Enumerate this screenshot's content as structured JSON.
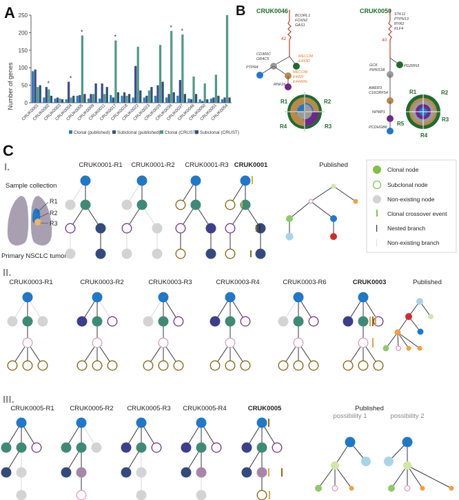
{
  "panel_labels": {
    "a": "A",
    "b": "B",
    "c": "C"
  },
  "colors": {
    "clonal_published": "#2a7fc0",
    "subclonal_published": "#3d4a8c",
    "clonal_crust": "#4f9a86",
    "subclonal_crust": "#2f4f7a",
    "node_blue": "#1f78c8",
    "node_teal": "#3f8a76",
    "node_navy": "#344a7c",
    "node_indigo": "#3c3f8c",
    "node_mauve": "#a886a8",
    "node_gray": "#d3d3d3",
    "ring_subclonal": "#8a6a18",
    "ring_purple": "#7a3b96",
    "ring_pink": "#e0a0c0",
    "crossover": "#7fc241",
    "nested": "#333333",
    "published_green": "#8fc96a",
    "published_lightgreen": "#cfe8a8",
    "published_red": "#d02a2a",
    "published_orange": "#f0a040",
    "published_lightblue": "#a8d4ea"
  },
  "chart_data": {
    "type": "bar",
    "ylabel": "Number of genes",
    "ylim": [
      0,
      250
    ],
    "yticks": [
      0,
      50,
      100,
      150,
      200,
      250
    ],
    "categories": [
      "CRUK0001",
      "CRUK0002",
      "CRUK0003",
      "CRUK0004",
      "CRUK0005",
      "CRUK0009",
      "CRUK0011",
      "CRUK0017",
      "CRUK0018",
      "CRUK0022",
      "CRUK0023",
      "CRUK0029",
      "CRUK0034",
      "CRUK0037",
      "CRUK0046",
      "CRUK0050",
      "CRUK0051",
      "CRUK0054"
    ],
    "asterisks": [
      "CRUK0002",
      "CRUK0004",
      "CRUK0005",
      "CRUK0017",
      "CRUK0034",
      "CRUK0037"
    ],
    "series": [
      {
        "name": "Clonal (published)",
        "values": [
          90,
          15,
          12,
          10,
          20,
          12,
          12,
          22,
          20,
          15,
          15,
          20,
          15,
          20,
          12,
          10,
          12,
          10
        ]
      },
      {
        "name": "Subclonal (published)",
        "values": [
          95,
          45,
          15,
          60,
          22,
          25,
          55,
          15,
          30,
          105,
          20,
          50,
          25,
          65,
          10,
          5,
          15,
          15
        ]
      },
      {
        "name": "Clonal (CRUST)",
        "values": [
          45,
          38,
          12,
          15,
          192,
          25,
          25,
          178,
          20,
          160,
          35,
          165,
          205,
          195,
          75,
          55,
          80,
          250
        ]
      },
      {
        "name": "Subclonal (CRUST)",
        "values": [
          50,
          20,
          10,
          20,
          25,
          55,
          45,
          30,
          25,
          35,
          45,
          60,
          30,
          25,
          25,
          10,
          20,
          15
        ]
      }
    ]
  },
  "panel_b": {
    "left": {
      "title": "CRUK0046",
      "genes_top": [
        "BCORL1",
        "FOXN2",
        "GAS1"
      ],
      "count": "42",
      "genes_mid": [
        "CD300C",
        "OR4C5"
      ],
      "mecom_1": [
        "MECOM",
        "E443D"
      ],
      "left_gene": "PTPR4",
      "mecom_2": [
        "MECOM",
        "E442F",
        "E444Rfs"
      ],
      "bottom_gene": "RNF26",
      "regions": [
        "R1",
        "R2",
        "R3",
        "R4"
      ]
    },
    "right": {
      "title": "CRUK0050",
      "genes_top": [
        "STK11",
        "PTPN13",
        "RYR2",
        "KLF4"
      ],
      "count": "40",
      "right_gene": "PDZRN3",
      "genes_mid": [
        "GCK",
        "PIPK51B"
      ],
      "genes_low": [
        "AMER3",
        "C16ORF54"
      ],
      "npm": "NPMP1",
      "bottom_gene": "PCDHGB8",
      "regions": [
        "R1",
        "R2",
        "R3",
        "R4",
        "R5"
      ]
    }
  },
  "section_c": {
    "roman": [
      "I.",
      "II.",
      "III."
    ],
    "row1": {
      "sample_collection": "Sample collection",
      "tumor_label": "Primary NSCLC tumor",
      "regions": [
        "R1",
        "R2",
        "R3"
      ],
      "titles": [
        "CRUK0001-R1",
        "CRUK0001-R2",
        "CRUK0001-R3",
        "CRUK0001"
      ],
      "published": "Published"
    },
    "row2": {
      "titles": [
        "CRUK0003-R1",
        "CRUK0003-R2",
        "CRUK0003-R3",
        "CRUK0003-R4",
        "CRUK0003-R6",
        "CRUK0003"
      ],
      "published": "Published"
    },
    "row3": {
      "titles": [
        "CRUK0005-R1",
        "CRUK0005-R2",
        "CRUK0005-R3",
        "CRUK0005-R4",
        "CRUK0005"
      ],
      "published": "Published",
      "possibility_1": "possibility 1",
      "possibility_2": "possibility 2"
    },
    "legend": [
      {
        "label": "Clonal node",
        "icon": "filled-green-circle"
      },
      {
        "label": "Subclonal node",
        "icon": "hollow-green-circle"
      },
      {
        "label": "Non-existing node",
        "icon": "gray-circle"
      },
      {
        "label": "Clonal crossover event",
        "icon": "green-bar"
      },
      {
        "label": "Nested branch",
        "icon": "black-bar"
      },
      {
        "label": "Non-existing branch",
        "icon": "light-bar"
      }
    ]
  }
}
